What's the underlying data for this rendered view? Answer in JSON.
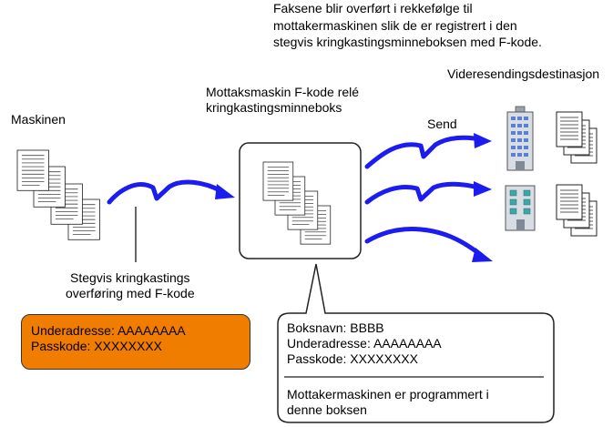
{
  "top_note": {
    "line1": "Faksene blir overført i rekkefølge til",
    "line2": "mottakermaskinen slik de er registrert i den",
    "line3": "stegvis kringkastingsminneboksen med F-kode."
  },
  "machine_label": "Maskinen",
  "relay_label": {
    "line1": "Mottaksmaskin F-kode relé",
    "line2": "kringkastingsminneboks"
  },
  "send_label": "Send",
  "destination_label": "Videresendingsdestinasjon",
  "stepwise_label": {
    "line1": "Stegvis kringkastings",
    "line2": "overføring med F-kode"
  },
  "sender_box": {
    "subaddress": "Underadresse: AAAAAAAA",
    "passcode": "Passkode: XXXXXXXX",
    "background_color": "#f07d00"
  },
  "relay_callout": {
    "box_name": "Boksnavn: BBBB",
    "subaddress": "Underadresse: AAAAAAAA",
    "passcode": "Passkode: XXXXXXXX",
    "note_line1": "Mottakermaskinen er programmert i",
    "note_line2": "denne boksen"
  },
  "colors": {
    "arrow": "#1c1cf0",
    "window_blue": "#5b7fd6",
    "window_teal": "#3aa8a8",
    "building_gray": "#9aa3ad"
  },
  "icons": [
    "document-stack-icon",
    "memory-box-icon",
    "office-building-icon",
    "arrow-icon"
  ]
}
